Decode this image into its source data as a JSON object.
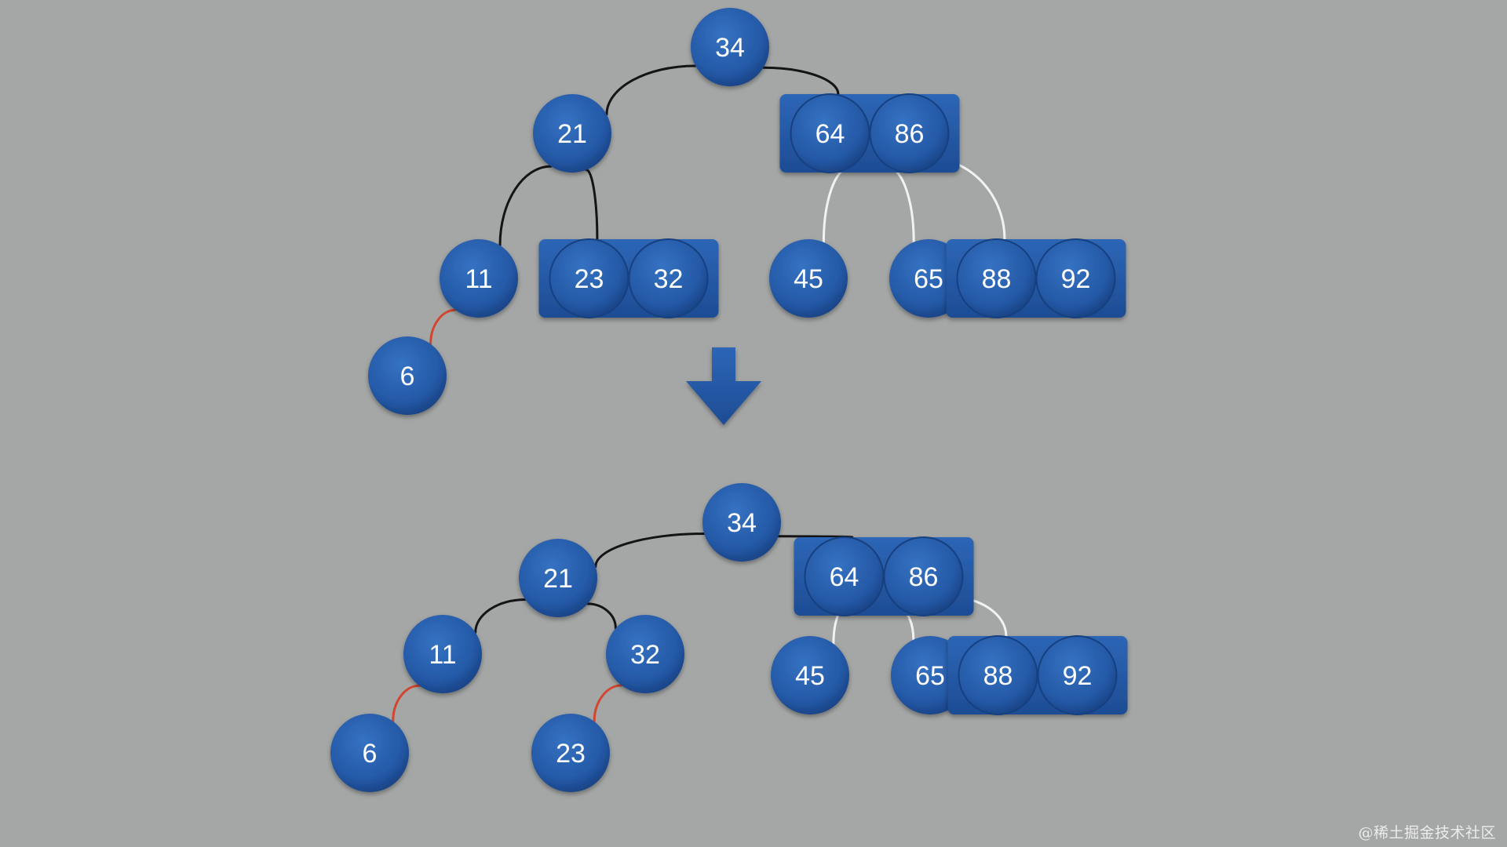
{
  "colors": {
    "background": "#a5a7a7",
    "node_fill": "#2459a6",
    "node_fill_light": "#3572c2",
    "node_fill_dark": "#173f80",
    "edge_black": "#141414",
    "edge_white": "#f2f2f2",
    "edge_red": "#d2452f",
    "label": "#ffffff"
  },
  "arrow": {
    "direction": "down",
    "icon": "down-arrow-icon"
  },
  "watermark": "@稀土掘金技术社区",
  "trees": [
    {
      "id": "before",
      "nodes": [
        {
          "id": "a34",
          "keys": [
            "34"
          ]
        },
        {
          "id": "a21",
          "keys": [
            "21"
          ]
        },
        {
          "id": "a6486",
          "keys": [
            "64",
            "86"
          ]
        },
        {
          "id": "a11",
          "keys": [
            "11"
          ]
        },
        {
          "id": "a2332",
          "keys": [
            "23",
            "32"
          ]
        },
        {
          "id": "a45",
          "keys": [
            "45"
          ]
        },
        {
          "id": "a65",
          "keys": [
            "65"
          ]
        },
        {
          "id": "a8892",
          "keys": [
            "88",
            "92"
          ]
        },
        {
          "id": "a6",
          "keys": [
            "6"
          ]
        }
      ],
      "edges": [
        {
          "from": "a34",
          "to": "a21",
          "color": "black"
        },
        {
          "from": "a34",
          "to": "a6486",
          "color": "black"
        },
        {
          "from": "a21",
          "to": "a11",
          "color": "black"
        },
        {
          "from": "a21",
          "to": "a2332",
          "color": "black"
        },
        {
          "from": "a6486",
          "to": "a45",
          "color": "white"
        },
        {
          "from": "a6486",
          "to": "a65",
          "color": "white"
        },
        {
          "from": "a6486",
          "to": "a8892",
          "color": "white"
        },
        {
          "from": "a11",
          "to": "a6",
          "color": "red"
        }
      ]
    },
    {
      "id": "after",
      "nodes": [
        {
          "id": "b34",
          "keys": [
            "34"
          ]
        },
        {
          "id": "b21",
          "keys": [
            "21"
          ]
        },
        {
          "id": "b6486",
          "keys": [
            "64",
            "86"
          ]
        },
        {
          "id": "b11",
          "keys": [
            "11"
          ]
        },
        {
          "id": "b32",
          "keys": [
            "32"
          ]
        },
        {
          "id": "b45",
          "keys": [
            "45"
          ]
        },
        {
          "id": "b65",
          "keys": [
            "65"
          ]
        },
        {
          "id": "b8892",
          "keys": [
            "88",
            "92"
          ]
        },
        {
          "id": "b6",
          "keys": [
            "6"
          ]
        },
        {
          "id": "b23",
          "keys": [
            "23"
          ]
        }
      ],
      "edges": [
        {
          "from": "b34",
          "to": "b21",
          "color": "black"
        },
        {
          "from": "b34",
          "to": "b6486",
          "color": "black"
        },
        {
          "from": "b21",
          "to": "b11",
          "color": "black"
        },
        {
          "from": "b21",
          "to": "b32",
          "color": "black"
        },
        {
          "from": "b6486",
          "to": "b45",
          "color": "white"
        },
        {
          "from": "b6486",
          "to": "b65",
          "color": "white"
        },
        {
          "from": "b6486",
          "to": "b8892",
          "color": "white"
        },
        {
          "from": "b11",
          "to": "b6",
          "color": "red"
        },
        {
          "from": "b32",
          "to": "b23",
          "color": "red"
        }
      ]
    }
  ]
}
